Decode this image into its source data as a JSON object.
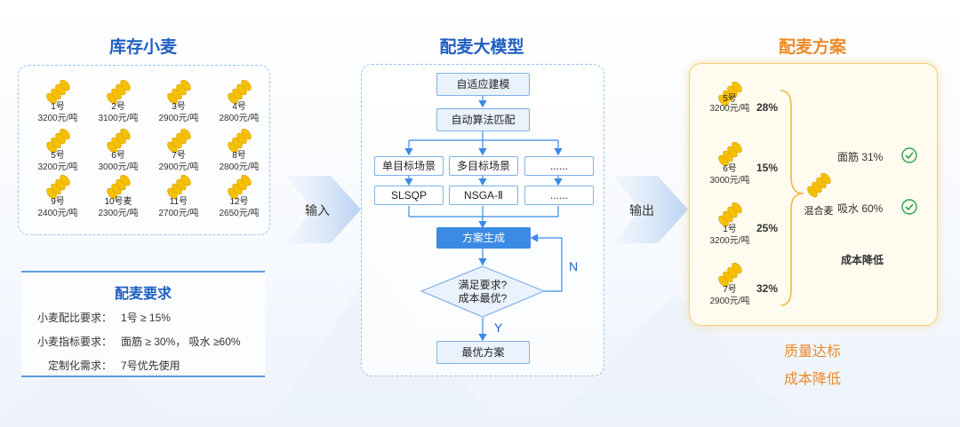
{
  "left": {
    "title": "库存小麦",
    "wheats": [
      {
        "no": "1号",
        "price": "3200元/吨"
      },
      {
        "no": "2号",
        "price": "3100元/吨"
      },
      {
        "no": "3号",
        "price": "2900元/吨"
      },
      {
        "no": "4号",
        "price": "2800元/吨"
      },
      {
        "no": "5号",
        "price": "3200元/吨"
      },
      {
        "no": "6号",
        "price": "3000元/吨"
      },
      {
        "no": "7号",
        "price": "2900元/吨"
      },
      {
        "no": "8号",
        "price": "2800元/吨"
      },
      {
        "no": "9号",
        "price": "2400元/吨"
      },
      {
        "no": "10号麦",
        "price": "2300元/吨"
      },
      {
        "no": "11号",
        "price": "2700元/吨"
      },
      {
        "no": "12号",
        "price": "2650元/吨"
      }
    ],
    "requirements": {
      "title": "配麦要求",
      "rows": [
        {
          "label": "小麦配比要求：",
          "value": "1号 ≥ 15%"
        },
        {
          "label": "小麦指标要求：",
          "value": "面筋 ≥ 30%，  吸水 ≥60%"
        },
        {
          "label": "定制化需求：",
          "value": "7号优先使用"
        }
      ]
    }
  },
  "middle": {
    "title": "配麦大模型",
    "step1": "自适应建模",
    "step2": "自动算法匹配",
    "scenes": [
      "单目标场景",
      "多目标场景",
      "......"
    ],
    "algos": [
      "SLSQP",
      "NSGA-Ⅱ",
      "......"
    ],
    "generate": "方案生成",
    "decision_line1": "满足要求?",
    "decision_line2": "成本最优?",
    "no_label": "N",
    "yes_label": "Y",
    "best": "最优方案"
  },
  "arrows": {
    "input": "输入",
    "output": "输出"
  },
  "right": {
    "title": "配麦方案",
    "items": [
      {
        "no": "5号",
        "price": "3200元/吨",
        "pct": "28%"
      },
      {
        "no": "6号",
        "price": "3000元/吨",
        "pct": "15%"
      },
      {
        "no": "1号",
        "price": "3200元/吨",
        "pct": "25%"
      },
      {
        "no": "7号",
        "price": "2900元/吨",
        "pct": "32%"
      }
    ],
    "mix_label": "混合麦",
    "gluten": "面筋 31%",
    "water": "吸水 60%",
    "cost_down": "成本降低",
    "footer1": "质量达标",
    "footer2": "成本降低"
  },
  "colors": {
    "blue": "#1f5fc2",
    "orange": "#e98b2a",
    "wheat": "#f5c000",
    "check": "#2ea44f"
  }
}
